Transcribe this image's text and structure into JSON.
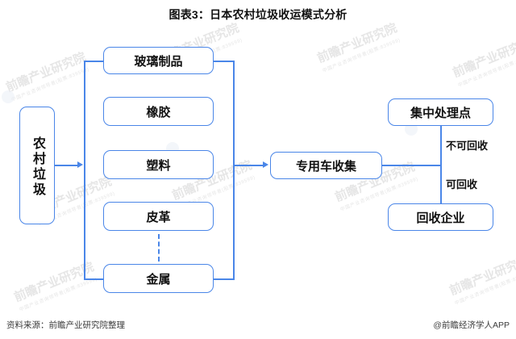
{
  "title": "图表3：日本农村垃圾收运模式分析",
  "source_note": "资料来源：前瞻产业研究院整理",
  "app_credit": "@前瞻经济学人APP",
  "accent_color": "#4a86e8",
  "watermark": {
    "main": "前瞻产业研究院",
    "sub": "中国产业咨询领导者(股票:839599)"
  },
  "nodes": {
    "input": "农村垃圾",
    "categories": [
      "玻璃制品",
      "橡胶",
      "塑料",
      "皮革",
      "金属"
    ],
    "collection": "专用车收集",
    "central_site": "集中处理点",
    "recycling_company": "回收企业"
  },
  "edge_labels": {
    "non_recyclable": "不可回收",
    "recyclable": "可回收"
  }
}
